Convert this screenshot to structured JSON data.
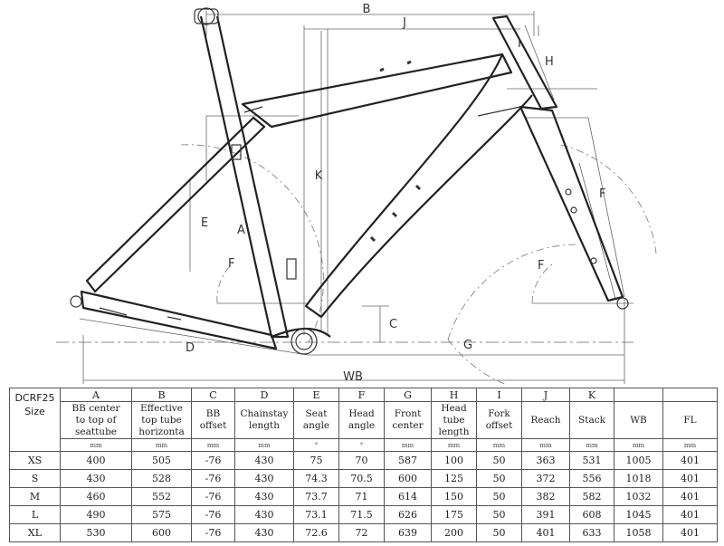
{
  "diagram": {
    "labels": {
      "A": "A",
      "B": "B",
      "C": "C",
      "D": "D",
      "E": "E",
      "F_left": "F",
      "F_right": "F",
      "G": "G",
      "H": "H",
      "I": "I",
      "J": "J",
      "K": "K",
      "WB": "WB"
    }
  },
  "table": {
    "model": "DCRF25",
    "size_label": "Size",
    "letters": [
      "A",
      "B",
      "C",
      "D",
      "E",
      "F",
      "G",
      "H",
      "I",
      "J",
      "K",
      "",
      ""
    ],
    "headers": [
      [
        "BB center",
        "to top of",
        "seattube"
      ],
      [
        "Effective",
        "top tube",
        "horizonta"
      ],
      [
        "BB",
        "offset"
      ],
      [
        "Chainstay",
        "length"
      ],
      [
        "Seat",
        "angle"
      ],
      [
        "Head",
        "angle"
      ],
      [
        "Front",
        "center"
      ],
      [
        "Head",
        "tube",
        "length"
      ],
      [
        "Fork",
        "offset"
      ],
      [
        "Reach"
      ],
      [
        "Stack"
      ],
      [
        "WB"
      ],
      [
        "FL"
      ]
    ],
    "units": [
      "",
      "mm",
      "mm",
      "mm",
      "mm",
      "°",
      "°",
      "mm",
      "mm",
      "mm",
      "mm",
      "mm",
      "mm",
      "mm"
    ],
    "rows": [
      {
        "size": "XS",
        "values": [
          "400",
          "505",
          "-76",
          "430",
          "75",
          "70",
          "587",
          "100",
          "50",
          "363",
          "531",
          "1005",
          "401"
        ]
      },
      {
        "size": "S",
        "values": [
          "430",
          "528",
          "-76",
          "430",
          "74.3",
          "70.5",
          "600",
          "125",
          "50",
          "372",
          "556",
          "1018",
          "401"
        ]
      },
      {
        "size": "M",
        "values": [
          "460",
          "552",
          "-76",
          "430",
          "73.7",
          "71",
          "614",
          "150",
          "50",
          "382",
          "582",
          "1032",
          "401"
        ]
      },
      {
        "size": "L",
        "values": [
          "490",
          "575",
          "-76",
          "430",
          "73.1",
          "71.5",
          "626",
          "175",
          "50",
          "391",
          "608",
          "1045",
          "401"
        ]
      },
      {
        "size": "XL",
        "values": [
          "530",
          "600",
          "-76",
          "430",
          "72.6",
          "72",
          "639",
          "200",
          "50",
          "401",
          "633",
          "1058",
          "401"
        ]
      }
    ]
  }
}
